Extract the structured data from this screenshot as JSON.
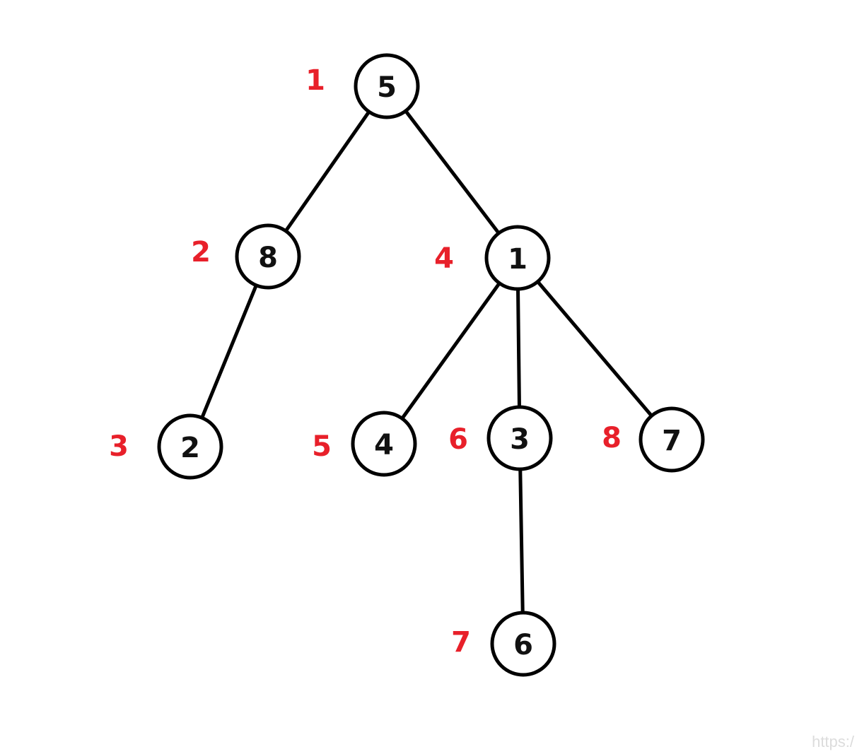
{
  "diagram": {
    "label_color": "#e8202a",
    "node_stroke": "#000000",
    "nodes": [
      {
        "id": "n5",
        "value": "5",
        "order": "1"
      },
      {
        "id": "n8",
        "value": "8",
        "order": "2"
      },
      {
        "id": "n2",
        "value": "2",
        "order": "3"
      },
      {
        "id": "n1",
        "value": "1",
        "order": "4"
      },
      {
        "id": "n4",
        "value": "4",
        "order": "5"
      },
      {
        "id": "n3",
        "value": "3",
        "order": "6"
      },
      {
        "id": "n6",
        "value": "6",
        "order": "7"
      },
      {
        "id": "n7",
        "value": "7",
        "order": "8"
      }
    ],
    "edges": [
      [
        "n5",
        "n8"
      ],
      [
        "n5",
        "n1"
      ],
      [
        "n8",
        "n2"
      ],
      [
        "n1",
        "n4"
      ],
      [
        "n1",
        "n3"
      ],
      [
        "n1",
        "n7"
      ],
      [
        "n3",
        "n6"
      ]
    ]
  },
  "watermark": "https:/"
}
